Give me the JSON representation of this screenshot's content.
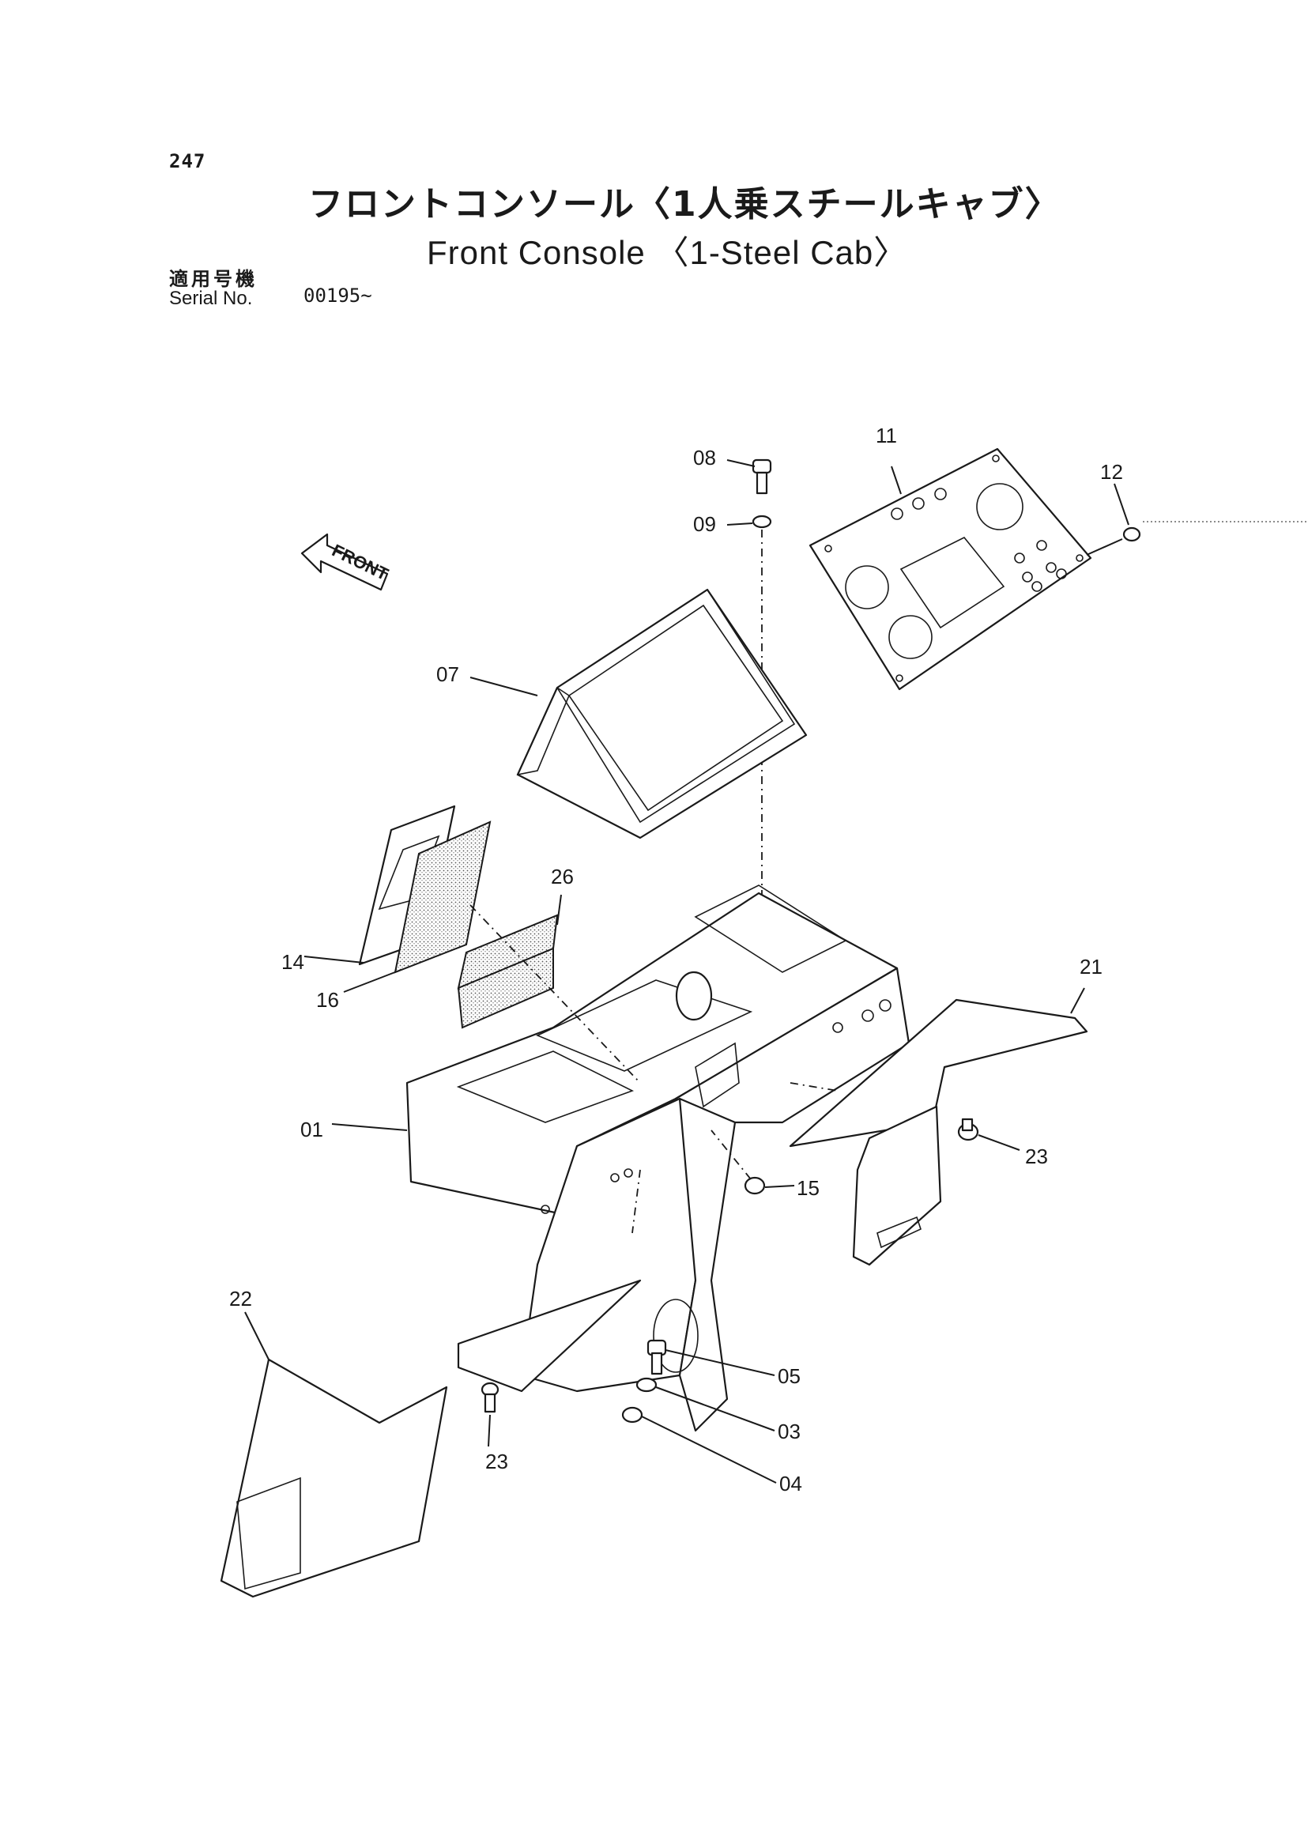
{
  "page_number": "247",
  "title_ja": "フロントコンソール〈1人乗スチールキャブ〉",
  "title_en": "Front Console 〈1-Steel Cab〉",
  "serial": {
    "label_ja": "適用号機",
    "label_en": "Serial No.",
    "value": "00195~"
  },
  "front_arrow_label": "FRONT",
  "parts": {
    "p01": "01",
    "p03": "03",
    "p04": "04",
    "p05": "05",
    "p07": "07",
    "p08": "08",
    "p09": "09",
    "p11": "11",
    "p12": "12",
    "p14": "14",
    "p15": "15",
    "p16": "16",
    "p21": "21",
    "p22": "22",
    "p23a": "23",
    "p23b": "23",
    "p26": "26"
  }
}
